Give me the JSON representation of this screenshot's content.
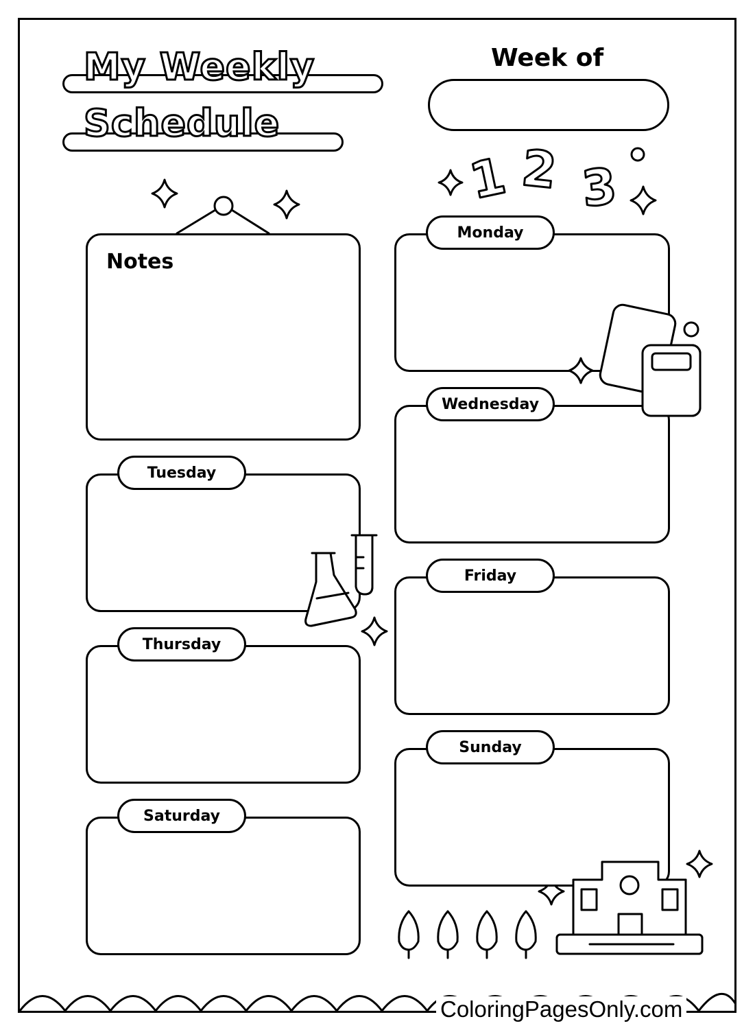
{
  "title": {
    "line1": "My Weekly",
    "line2": "Schedule"
  },
  "week_of": {
    "label": "Week of",
    "value": ""
  },
  "numbers": [
    "1",
    "2",
    "3"
  ],
  "notes": {
    "label": "Notes",
    "content": ""
  },
  "days": {
    "monday": "Monday",
    "tuesday": "Tuesday",
    "wednesday": "Wednesday",
    "thursday": "Thursday",
    "friday": "Friday",
    "saturday": "Saturday",
    "sunday": "Sunday"
  },
  "icons": [
    "sparkle-icon",
    "calculator-icon",
    "flask-icon",
    "test-tube-icon",
    "school-building-icon",
    "tree-icon"
  ],
  "footer": {
    "watermark": "ColoringPagesOnly.com"
  }
}
